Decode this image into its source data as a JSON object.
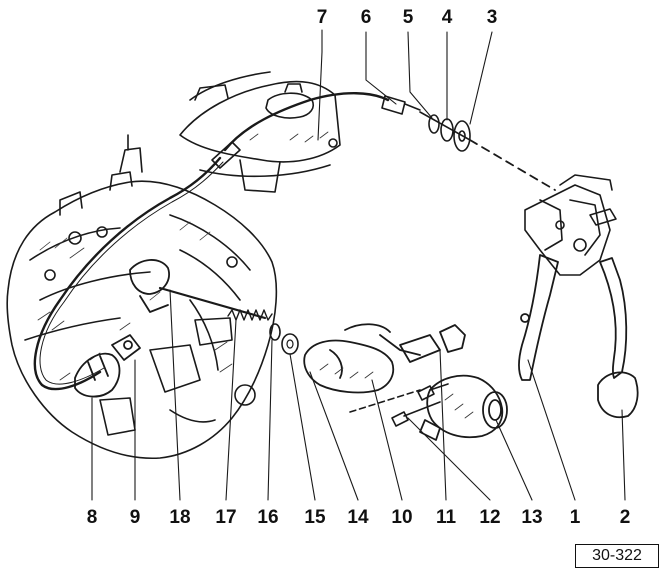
{
  "diagram": {
    "callouts_top": [
      "7",
      "6",
      "5",
      "4",
      "3"
    ],
    "callouts_bottom": [
      "8",
      "9",
      "18",
      "17",
      "16",
      "15",
      "14",
      "10",
      "11",
      "12",
      "13",
      "1",
      "2"
    ],
    "reference": "30-322"
  }
}
